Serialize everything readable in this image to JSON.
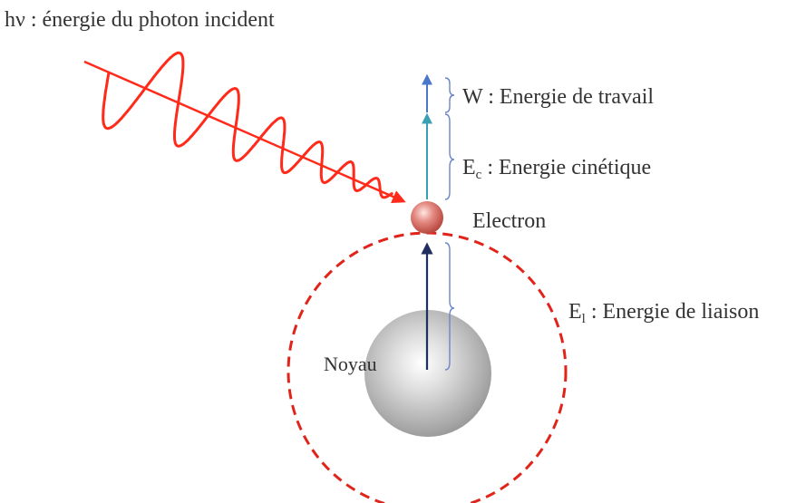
{
  "title": "hν : énergie du photon incident",
  "labels": {
    "work": {
      "symbol": "W",
      "text": " : Energie de travail"
    },
    "kinetic": {
      "symbol": "E",
      "subscript": "c",
      "text": " : Energie cinétique"
    },
    "electron": "Electron",
    "binding": {
      "symbol": "E",
      "subscript": "l",
      "text": " : Energie de liaison"
    },
    "nucleus": "Noyau"
  },
  "colors": {
    "photon": "#ff2a1a",
    "orbit": "#e0241a",
    "work_arrow": "#4a78c8",
    "kinetic_arrow": "#39a0b4",
    "binding_arrow": "#1f2f60",
    "bracket": "#6b86c9",
    "electron": "#e07a72",
    "nucleus": "#b8b8b8",
    "text": "#333333"
  },
  "icons": {
    "photon": "wavy-photon-arrow",
    "electron": "sphere",
    "nucleus": "sphere"
  }
}
